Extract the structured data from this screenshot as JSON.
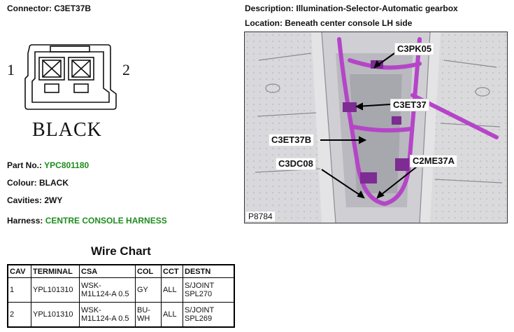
{
  "connector": {
    "label": "Connector:",
    "code": "C3ET37B",
    "cavity_left": "1",
    "cavity_right": "2",
    "body_color_text": "BLACK"
  },
  "description": {
    "label": "Description:",
    "value": "Illumination-Selector-Automatic gearbox"
  },
  "location": {
    "label": "Location:",
    "value": "Beneath center console LH side"
  },
  "photo": {
    "callouts": [
      "C3PK05",
      "C3ET37",
      "C3ET37B",
      "C3DC08",
      "C2ME37A"
    ],
    "id": "P8784"
  },
  "details": {
    "part_no_label": "Part No.:",
    "part_no": "YPC801180",
    "colour_label": "Colour:",
    "colour": "BLACK",
    "cavities_label": "Cavities:",
    "cavities": "2WY",
    "harness_label": "Harness:",
    "harness": "CENTRE CONSOLE HARNESS"
  },
  "colors": {
    "link_green": "#1e8c1e",
    "harness_magenta": "#b545c8"
  },
  "wire_chart": {
    "title": "Wire Chart",
    "headers": [
      "CAV",
      "TERMINAL",
      "CSA",
      "COL",
      "CCT",
      "DESTN"
    ],
    "rows": [
      {
        "cav": "1",
        "terminal": "YPL101310",
        "csa_1": "WSK-",
        "csa_2": "M1L124-A 0.5",
        "col_1": "GY",
        "col_2": "",
        "cct": "ALL",
        "destn_1": "S/JOINT",
        "destn_2": "SPL270"
      },
      {
        "cav": "2",
        "terminal": "YPL101310",
        "csa_1": "WSK-",
        "csa_2": "M1L124-A 0.5",
        "col_1": "BU-",
        "col_2": "WH",
        "cct": "ALL",
        "destn_1": "S/JOINT",
        "destn_2": "SPL269"
      }
    ]
  }
}
